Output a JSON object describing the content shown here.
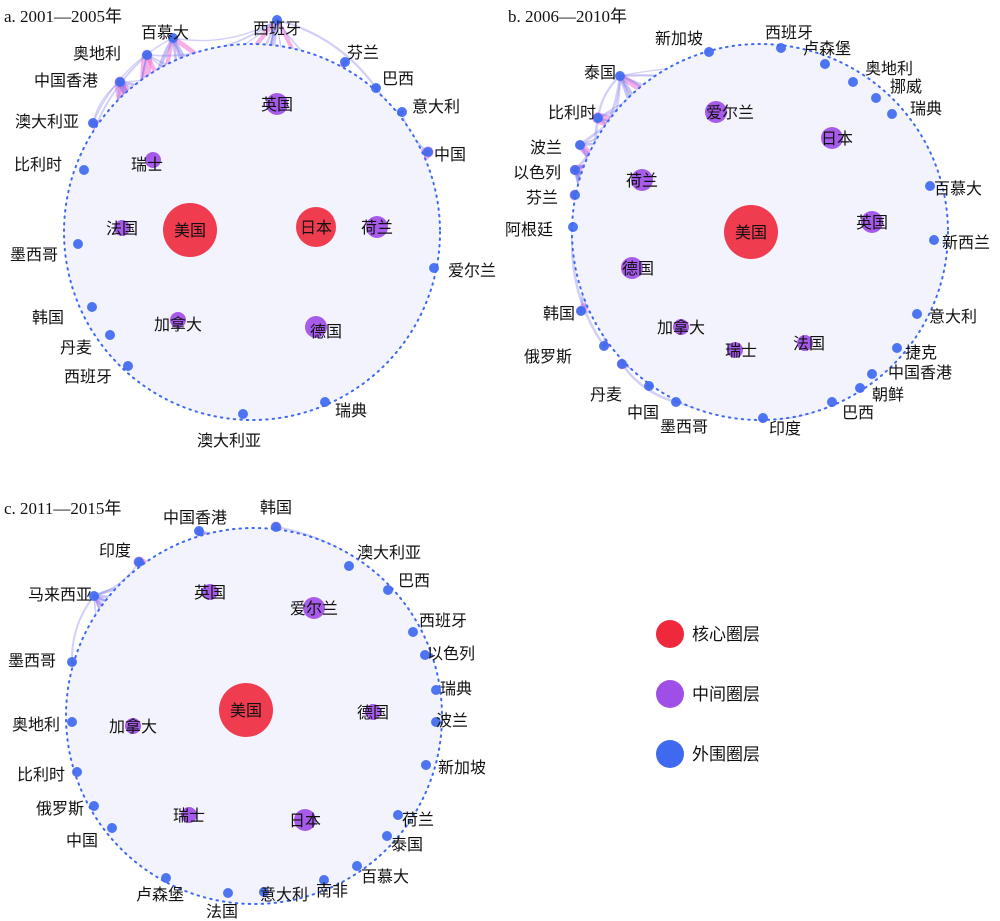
{
  "colors": {
    "core": "#f0283c",
    "middle": "#a04ee8",
    "outer": "#3f6af0",
    "edge_core": "#f070d0",
    "edge_outer": "#7f78ee",
    "ring": "#3f6af0"
  },
  "legend": [
    {
      "label": "核心圈层",
      "tier": "core"
    },
    {
      "label": "中间圈层",
      "tier": "middle"
    },
    {
      "label": "外围圈层",
      "tier": "outer"
    }
  ],
  "panels": [
    {
      "title": "a. 2001—2005年",
      "nodes": [
        {
          "label": "美国",
          "tier": "core",
          "weight": 5
        },
        {
          "label": "日本",
          "tier": "core",
          "weight": 3
        },
        {
          "label": "英国",
          "tier": "middle",
          "weight": 2
        },
        {
          "label": "荷兰",
          "tier": "middle",
          "weight": 2
        },
        {
          "label": "德国",
          "tier": "middle",
          "weight": 2
        },
        {
          "label": "加拿大",
          "tier": "middle",
          "weight": 1
        },
        {
          "label": "瑞士",
          "tier": "middle",
          "weight": 1
        },
        {
          "label": "法国",
          "tier": "middle",
          "weight": 1
        },
        {
          "label": "西班牙",
          "tier": "outer",
          "weight": 1
        },
        {
          "label": "芬兰",
          "tier": "outer",
          "weight": 1
        },
        {
          "label": "巴西",
          "tier": "outer",
          "weight": 1
        },
        {
          "label": "意大利",
          "tier": "outer",
          "weight": 1
        },
        {
          "label": "中国",
          "tier": "outer",
          "weight": 1
        },
        {
          "label": "爱尔兰",
          "tier": "outer",
          "weight": 1
        },
        {
          "label": "瑞典",
          "tier": "outer",
          "weight": 1
        },
        {
          "label": "澳大利亚",
          "tier": "outer",
          "weight": 1
        },
        {
          "label": "西班牙",
          "tier": "outer",
          "weight": 1
        },
        {
          "label": "丹麦",
          "tier": "outer",
          "weight": 1
        },
        {
          "label": "韩国",
          "tier": "outer",
          "weight": 1
        },
        {
          "label": "墨西哥",
          "tier": "outer",
          "weight": 1
        },
        {
          "label": "比利时",
          "tier": "outer",
          "weight": 1
        },
        {
          "label": "澳大利亚",
          "tier": "outer",
          "weight": 1
        },
        {
          "label": "中国香港",
          "tier": "outer",
          "weight": 1
        },
        {
          "label": "奥地利",
          "tier": "outer",
          "weight": 1
        },
        {
          "label": "百慕大",
          "tier": "outer",
          "weight": 1
        }
      ]
    },
    {
      "title": "b. 2006—2010年",
      "nodes": [
        {
          "label": "美国",
          "tier": "core",
          "weight": 5
        },
        {
          "label": "爱尔兰",
          "tier": "middle",
          "weight": 2
        },
        {
          "label": "日本",
          "tier": "middle",
          "weight": 2
        },
        {
          "label": "荷兰",
          "tier": "middle",
          "weight": 2
        },
        {
          "label": "英国",
          "tier": "middle",
          "weight": 2
        },
        {
          "label": "德国",
          "tier": "middle",
          "weight": 2
        },
        {
          "label": "加拿大",
          "tier": "middle",
          "weight": 1
        },
        {
          "label": "瑞士",
          "tier": "middle",
          "weight": 1
        },
        {
          "label": "法国",
          "tier": "middle",
          "weight": 1
        },
        {
          "label": "新加坡",
          "tier": "outer",
          "weight": 1
        },
        {
          "label": "西班牙",
          "tier": "outer",
          "weight": 1
        },
        {
          "label": "卢森堡",
          "tier": "outer",
          "weight": 1
        },
        {
          "label": "奥地利",
          "tier": "outer",
          "weight": 1
        },
        {
          "label": "挪威",
          "tier": "outer",
          "weight": 1
        },
        {
          "label": "瑞典",
          "tier": "outer",
          "weight": 1
        },
        {
          "label": "百慕大",
          "tier": "outer",
          "weight": 1
        },
        {
          "label": "新西兰",
          "tier": "outer",
          "weight": 1
        },
        {
          "label": "意大利",
          "tier": "outer",
          "weight": 1
        },
        {
          "label": "捷克",
          "tier": "outer",
          "weight": 1
        },
        {
          "label": "中国香港",
          "tier": "outer",
          "weight": 1
        },
        {
          "label": "朝鲜",
          "tier": "outer",
          "weight": 1
        },
        {
          "label": "巴西",
          "tier": "outer",
          "weight": 1
        },
        {
          "label": "印度",
          "tier": "outer",
          "weight": 1
        },
        {
          "label": "墨西哥",
          "tier": "outer",
          "weight": 1
        },
        {
          "label": "中国",
          "tier": "outer",
          "weight": 1
        },
        {
          "label": "丹麦",
          "tier": "outer",
          "weight": 1
        },
        {
          "label": "俄罗斯",
          "tier": "outer",
          "weight": 1
        },
        {
          "label": "韩国",
          "tier": "outer",
          "weight": 1
        },
        {
          "label": "阿根廷",
          "tier": "outer",
          "weight": 1
        },
        {
          "label": "芬兰",
          "tier": "outer",
          "weight": 1
        },
        {
          "label": "以色列",
          "tier": "outer",
          "weight": 1
        },
        {
          "label": "波兰",
          "tier": "outer",
          "weight": 1
        },
        {
          "label": "比利时",
          "tier": "outer",
          "weight": 1
        },
        {
          "label": "泰国",
          "tier": "outer",
          "weight": 1
        }
      ]
    },
    {
      "title": "c. 2011—2015年",
      "nodes": [
        {
          "label": "美国",
          "tier": "core",
          "weight": 5
        },
        {
          "label": "英国",
          "tier": "middle",
          "weight": 1
        },
        {
          "label": "爱尔兰",
          "tier": "middle",
          "weight": 2
        },
        {
          "label": "德国",
          "tier": "middle",
          "weight": 1
        },
        {
          "label": "加拿大",
          "tier": "middle",
          "weight": 1
        },
        {
          "label": "日本",
          "tier": "middle",
          "weight": 2
        },
        {
          "label": "瑞士",
          "tier": "middle",
          "weight": 1
        },
        {
          "label": "韩国",
          "tier": "outer",
          "weight": 1
        },
        {
          "label": "澳大利亚",
          "tier": "outer",
          "weight": 1
        },
        {
          "label": "巴西",
          "tier": "outer",
          "weight": 1
        },
        {
          "label": "西班牙",
          "tier": "outer",
          "weight": 1
        },
        {
          "label": "以色列",
          "tier": "outer",
          "weight": 1
        },
        {
          "label": "瑞典",
          "tier": "outer",
          "weight": 1
        },
        {
          "label": "波兰",
          "tier": "outer",
          "weight": 1
        },
        {
          "label": "新加坡",
          "tier": "outer",
          "weight": 1
        },
        {
          "label": "荷兰",
          "tier": "outer",
          "weight": 1
        },
        {
          "label": "泰国",
          "tier": "outer",
          "weight": 1
        },
        {
          "label": "百慕大",
          "tier": "outer",
          "weight": 1
        },
        {
          "label": "南非",
          "tier": "outer",
          "weight": 1
        },
        {
          "label": "意大利",
          "tier": "outer",
          "weight": 1
        },
        {
          "label": "法国",
          "tier": "outer",
          "weight": 1
        },
        {
          "label": "卢森堡",
          "tier": "outer",
          "weight": 1
        },
        {
          "label": "中国",
          "tier": "outer",
          "weight": 1
        },
        {
          "label": "俄罗斯",
          "tier": "outer",
          "weight": 1
        },
        {
          "label": "比利时",
          "tier": "outer",
          "weight": 1
        },
        {
          "label": "奥地利",
          "tier": "outer",
          "weight": 1
        },
        {
          "label": "墨西哥",
          "tier": "outer",
          "weight": 1
        },
        {
          "label": "马来西亚",
          "tier": "outer",
          "weight": 1
        },
        {
          "label": "印度",
          "tier": "outer",
          "weight": 1
        },
        {
          "label": "中国香港",
          "tier": "outer",
          "weight": 1
        }
      ]
    }
  ]
}
